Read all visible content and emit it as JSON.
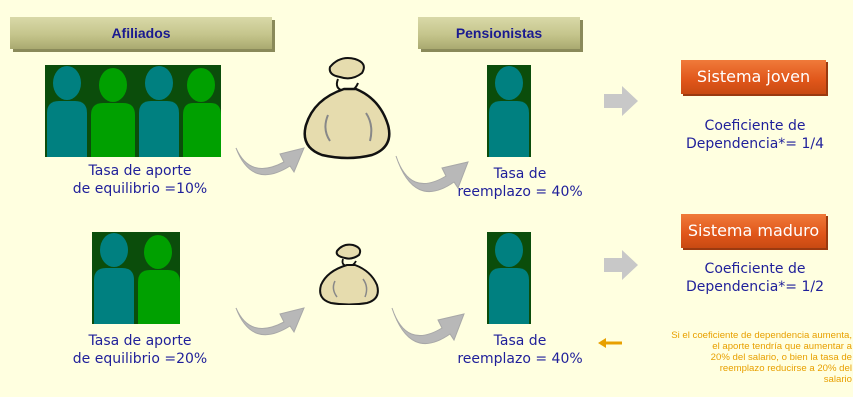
{
  "headers": {
    "afiliados": "Afiliados",
    "pensionistas": "Pensionistas"
  },
  "top_row": {
    "contribution_caption_line1": "Tasa de aporte",
    "contribution_caption_line2": "de equilibrio =10%",
    "replacement_caption_line1": "Tasa de",
    "replacement_caption_line2": "reemplazo = 40%",
    "system_label": "Sistema joven",
    "coef_line1": "Coeficiente de",
    "coef_line2": "Dependencia*= 1/4"
  },
  "bottom_row": {
    "contribution_caption_line1": "Tasa de aporte",
    "contribution_caption_line2": "de equilibrio =20%",
    "replacement_caption_line1": "Tasa de",
    "replacement_caption_line2": "reemplazo = 40%",
    "system_label": "Sistema maduro",
    "coef_line1": "Coeficiente de",
    "coef_line2": "Dependencia*= 1/2"
  },
  "note_lines": [
    "Si el coeficiente de dependencia aumenta,",
    "el aporte tendría que aumentar a",
    "20% del salario, o bien la tasa de",
    "reemplazo reducirse a 20% del",
    "salario"
  ],
  "colors": {
    "background": "#FFFFE0",
    "header_text": "#1a1a90",
    "caption_text": "#1f1f9a",
    "system_button": "#e0561a",
    "note_text": "#e8a000",
    "person_teal": "#008080",
    "person_green": "#00a000"
  }
}
